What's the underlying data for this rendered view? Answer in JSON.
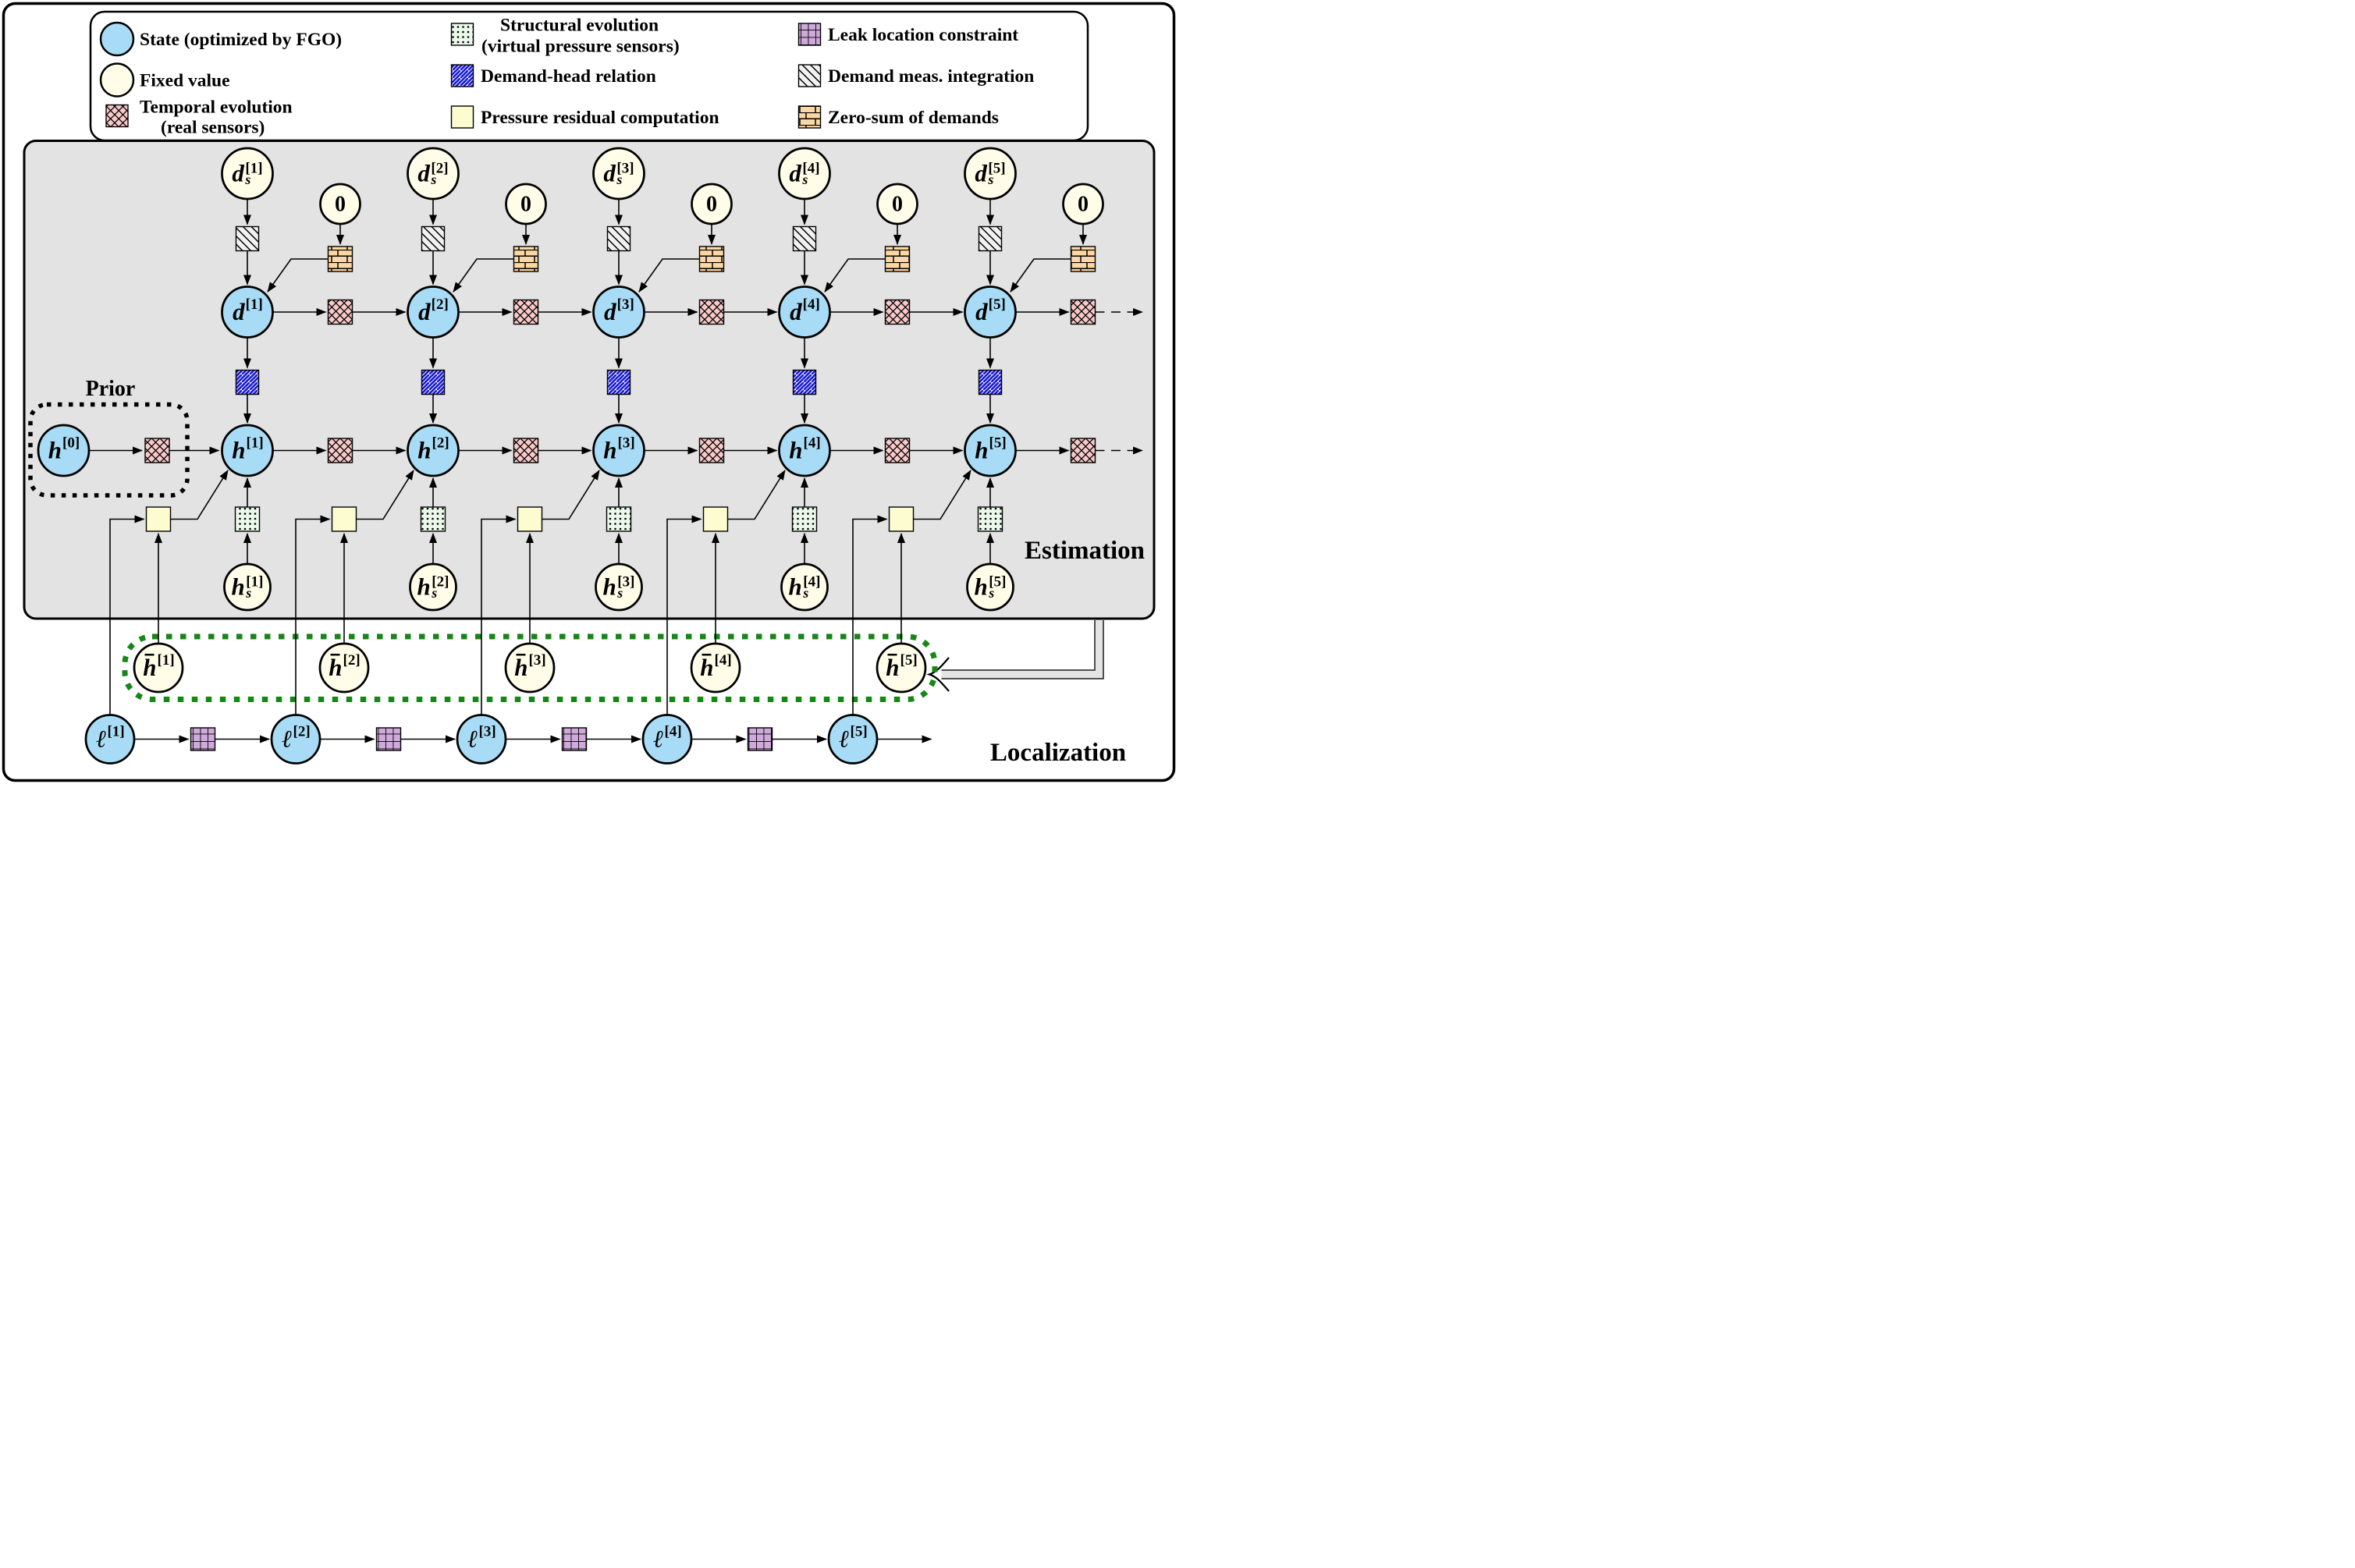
{
  "legend": {
    "items": [
      {
        "icon": "state-circle-icon",
        "label": "State (optimized by FGO)"
      },
      {
        "icon": "fixed-value-circle-icon",
        "label": "Fixed value"
      },
      {
        "icon": "temporal-evolution-icon",
        "lines": [
          "Temporal evolution",
          "(real sensors)"
        ]
      },
      {
        "icon": "structural-evolution-icon",
        "lines": [
          "Structural evolution",
          "(virtual pressure sensors)"
        ]
      },
      {
        "icon": "demand-head-relation-icon",
        "label": "Demand-head relation"
      },
      {
        "icon": "pressure-residual-icon",
        "label": "Pressure residual computation"
      },
      {
        "icon": "leak-location-icon",
        "label": "Leak location constraint"
      },
      {
        "icon": "demand-meas-integration-icon",
        "label": "Demand meas. integration"
      },
      {
        "icon": "zero-sum-icon",
        "label": "Zero-sum of demands"
      }
    ]
  },
  "diagram": {
    "prior_label": "Prior",
    "estimation_label": "Estimation",
    "localization_label": "Localization",
    "zero_label": "0",
    "steps": [
      "[1]",
      "[2]",
      "[3]",
      "[4]",
      "[5]"
    ],
    "node_labels": {
      "demand_sensor": {
        "base": "d",
        "sub": "s"
      },
      "demand": {
        "base": "d"
      },
      "head": {
        "base": "h"
      },
      "head_prior": {
        "base": "h",
        "sup": "[0]"
      },
      "head_sensor": {
        "base": "h",
        "sub": "s"
      },
      "head_nominal": {
        "base": "h",
        "bar": true
      },
      "leak": {
        "base": "ℓ"
      }
    }
  },
  "colors": {
    "state_blue": "#a8dcf6",
    "fixed_cream": "#fffce8",
    "temporal_pink": "#f8c9c8",
    "structural_green": "#eaf9ea",
    "demand_head_lilac": "#e8e8fc",
    "demand_head_stripe": "#1818cc",
    "residual_yellow": "#fdfbd0",
    "leak_purple": "#d0a9dc",
    "meas_gray": "#f2f2f2",
    "zero_sum_orange": "#fbd7a4",
    "box_gray": "#e3e3e3",
    "green_border": "#168716"
  }
}
